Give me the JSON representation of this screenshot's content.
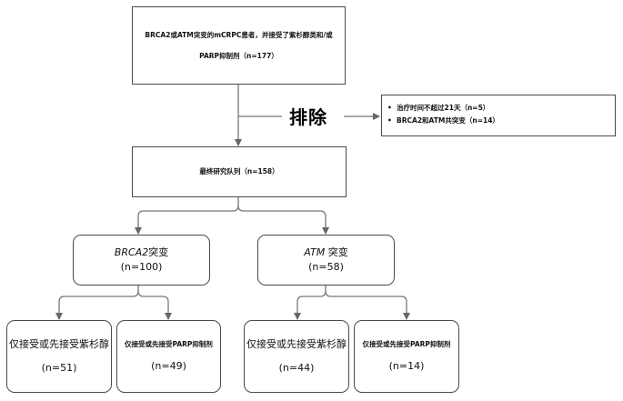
{
  "top_box": {
    "line1": "BRCA2或ATM突变的mCRPC患者，并接受了紫杉醇类和/或",
    "line2": "PARP抑制剂（n=177）"
  },
  "exclusion": {
    "label": "排除",
    "items": [
      "治疗时间不超过21天（n=5）",
      "BRCA2和ATM共突变（n=14）"
    ]
  },
  "cohort_box": {
    "text": "最终研究队列（n=158）"
  },
  "brca2_box": {
    "gene": "BRCA2",
    "suffix": "突变",
    "count": "(n=100)"
  },
  "atm_box": {
    "gene": "ATM",
    "suffix": " 突变",
    "count": "(n=58)"
  },
  "leaf_boxes": [
    {
      "label": "仅接受或先接受紫杉醇",
      "count": "(n=51)"
    },
    {
      "label": "仅接受或先接受PARP抑制剂",
      "count": "(n=49)"
    },
    {
      "label": "仅接受或先接受紫杉醇",
      "count": "(n=44)"
    },
    {
      "label": "仅接受或先接受PARP抑制剂",
      "count": "(n=14)"
    }
  ]
}
